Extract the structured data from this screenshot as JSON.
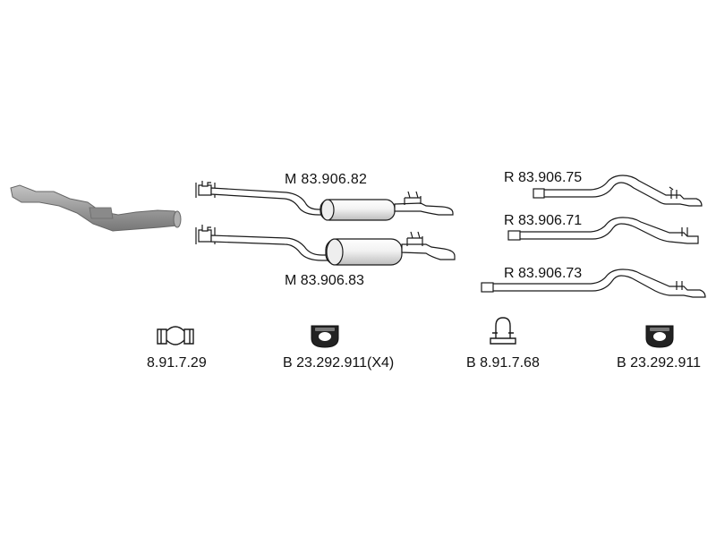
{
  "parts": {
    "catalyst": {
      "code": ""
    },
    "middle_1": {
      "code": "M 83.906.82"
    },
    "middle_2": {
      "code": "M 83.906.83"
    },
    "rear_1": {
      "code": "R 83.906.75"
    },
    "rear_2": {
      "code": "R 83.906.71"
    },
    "rear_3": {
      "code": "R 83.906.73"
    }
  },
  "accessories": {
    "clamp": {
      "code": "8.91.7.29"
    },
    "hanger_x4": {
      "code": "B 23.292.911(X4)"
    },
    "u_bolt": {
      "code": "B 8.91.7.68"
    },
    "hanger": {
      "code": "B 23.292.911"
    }
  },
  "colors": {
    "line": "#1a1a1a",
    "catalyst_fill": "#9a9a9a",
    "pipe_fill": "#ffffff",
    "muffler_shade": "#d8d8d8",
    "rubber_fill": "#222222"
  }
}
